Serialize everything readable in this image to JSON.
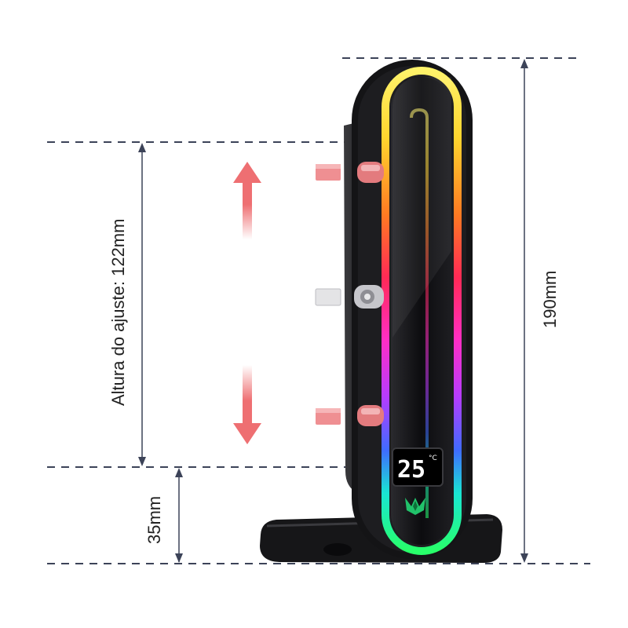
{
  "dimensions": {
    "adjust_label": "Altura do ajuste:  122mm",
    "base_label": "35mm",
    "total_label": "190mm"
  },
  "display": {
    "temperature": "25",
    "unit": "°C"
  },
  "colors": {
    "dashed_line": "#3c4358",
    "arrow": "#ee6f72",
    "body": "#1b1b1d"
  }
}
